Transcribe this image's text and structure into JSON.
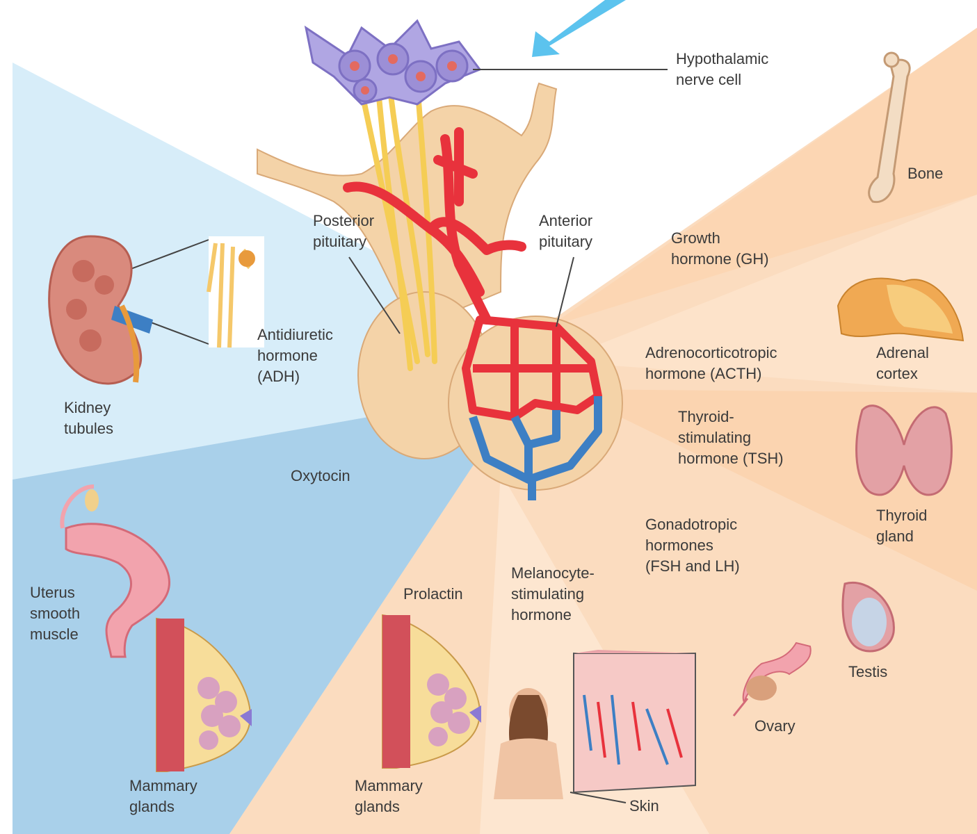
{
  "colors": {
    "light_blue": "#d7edf9",
    "mid_blue": "#a9d0ea",
    "peach": "#fbdcbf",
    "peach_light": "#fde6d0",
    "artery": "#e8323c",
    "vein": "#3d7fc4",
    "gland": "#f4d3a8",
    "nerve_cell": "#9c8fd6",
    "arrow": "#5cc3ee"
  },
  "labels": {
    "hypothalamic": "Hypothalamic\nnerve cell",
    "posterior": "Posterior\npituitary",
    "anterior": "Anterior\npituitary",
    "adh": "Antidiuretic\nhormone\n(ADH)",
    "kidney": "Kidney\ntubules",
    "oxytocin": "Oxytocin",
    "uterus": "Uterus\nsmooth\nmuscle",
    "mammary_left": "Mammary\nglands",
    "prolactin": "Prolactin",
    "mammary_mid": "Mammary\nglands",
    "msh": "Melanocyte-\nstimulating\nhormone",
    "skin": "Skin",
    "gh": "Growth\nhormone (GH)",
    "bone": "Bone",
    "acth": "Adrenocorticotropic\nhormone (ACTH)",
    "adrenal": "Adrenal\ncortex",
    "tsh": "Thyroid-\nstimulating\nhormone (TSH)",
    "thyroid": "Thyroid\ngland",
    "gonado": "Gonadotropic\nhormones\n(FSH and LH)",
    "testis": "Testis",
    "ovary": "Ovary"
  }
}
